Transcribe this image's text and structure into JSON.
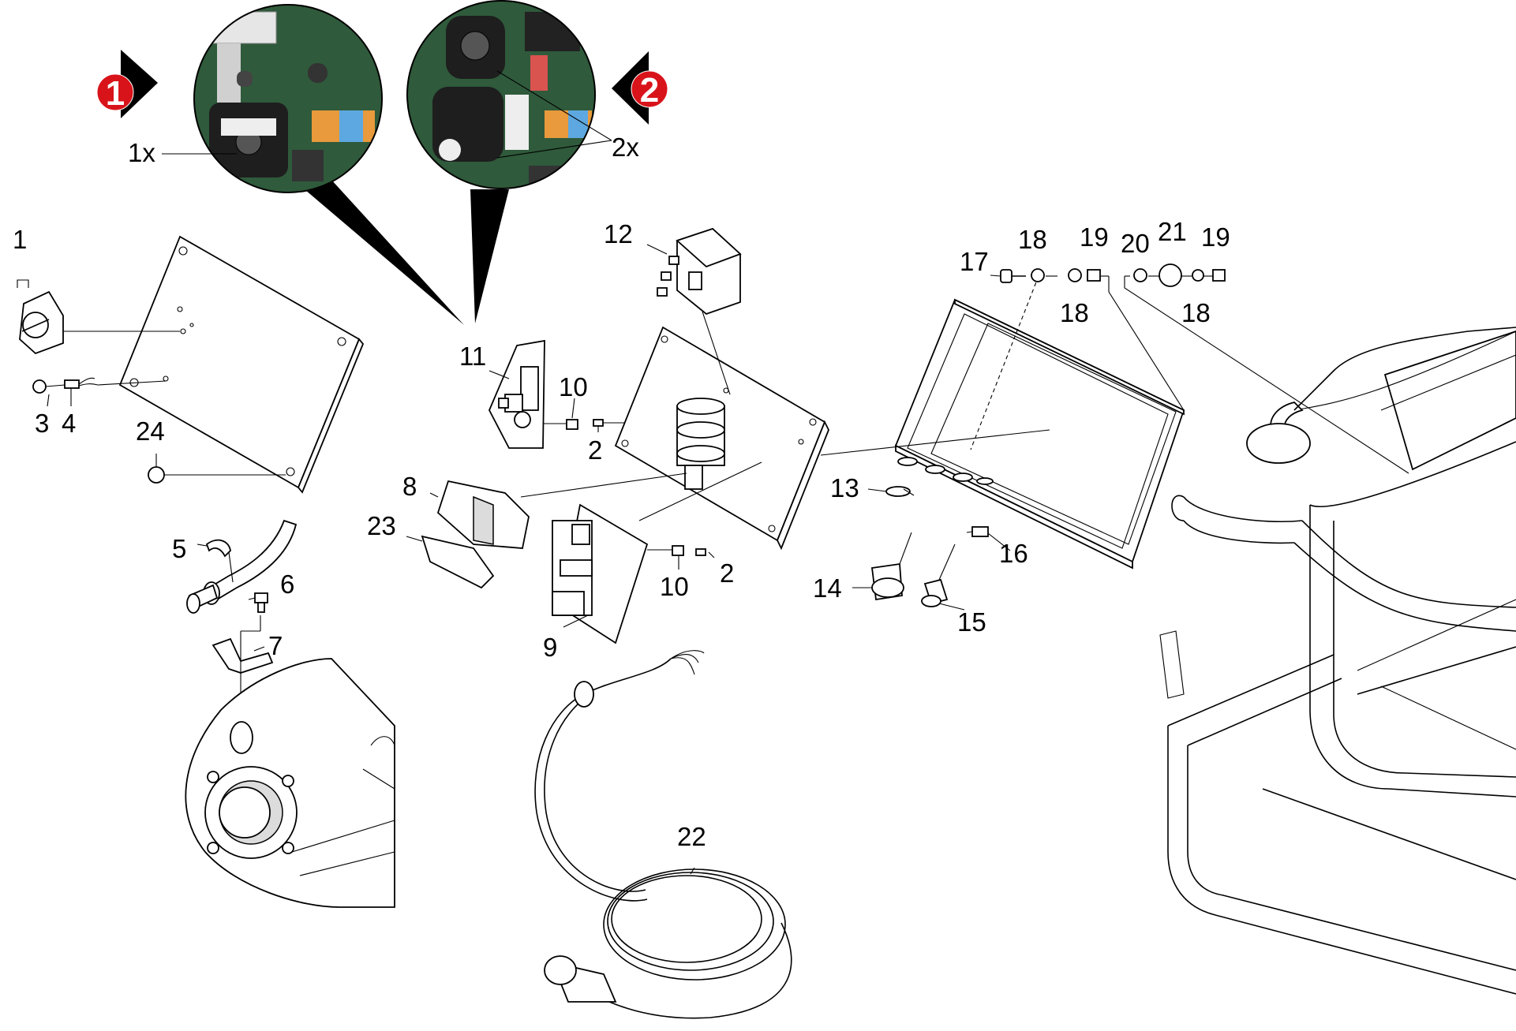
{
  "markers": [
    {
      "label": "1",
      "color": "#d8141a"
    },
    {
      "label": "2",
      "color": "#d8141a"
    }
  ],
  "quantities": {
    "detail1": "1x",
    "detail2": "2x"
  },
  "callouts": {
    "p1": "1",
    "p2a": "2",
    "p2b": "2",
    "p3": "3",
    "p4": "4",
    "p5": "5",
    "p6": "6",
    "p7": "7",
    "p8": "8",
    "p9": "9",
    "p10a": "10",
    "p10b": "10",
    "p11": "11",
    "p12": "12",
    "p13": "13",
    "p14": "14",
    "p15": "15",
    "p16": "16",
    "p17": "17",
    "p18a": "18",
    "p18b": "18",
    "p18c": "18",
    "p19a": "19",
    "p19b": "19",
    "p20": "20",
    "p21": "21",
    "p22": "22",
    "p23": "23",
    "p24": "24"
  },
  "colors": {
    "marker_red": "#d8141a",
    "pcb_green": "#2f5a3b"
  }
}
